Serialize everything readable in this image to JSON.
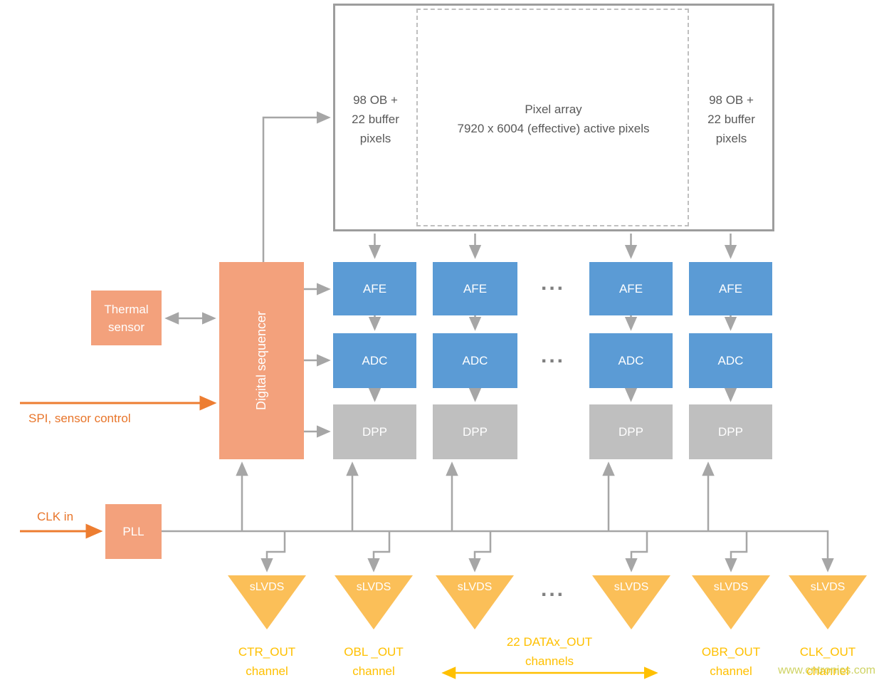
{
  "pixel_array": {
    "left_ob": "98 OB +\n22 buffer\npixels",
    "title": "Pixel array",
    "subtitle": "7920 x 6004 (effective) active pixels",
    "right_ob": "98 OB +\n22 buffer\npixels"
  },
  "blocks": {
    "sequencer": "Digital sequencer",
    "thermal": "Thermal\nsensor",
    "pll": "PLL",
    "afe": [
      "AFE",
      "AFE",
      "AFE",
      "AFE"
    ],
    "adc": [
      "ADC",
      "ADC",
      "ADC",
      "ADC"
    ],
    "dpp": [
      "DPP",
      "DPP",
      "DPP",
      "DPP"
    ],
    "slvds": [
      "sLVDS",
      "sLVDS",
      "sLVDS",
      "sLVDS",
      "sLVDS",
      "sLVDS"
    ]
  },
  "signals": {
    "spi": "SPI, sensor control",
    "clk_in": "CLK in"
  },
  "dots": "...",
  "outputs": [
    {
      "name": "CTR_OUT",
      "sub": "channel"
    },
    {
      "name": "OBL _OUT",
      "sub": "channel"
    },
    {
      "name": "22 DATAx_OUT",
      "sub": "channels"
    },
    {
      "name": "OBR_OUT",
      "sub": "channel"
    },
    {
      "name": "CLK_OUT",
      "sub": "channel"
    }
  ],
  "watermark": "www.cntronics.com",
  "colors": {
    "salmon": "#F3A17C",
    "blue": "#5B9BD5",
    "gray_block": "#BFBFBF",
    "arrow_gray": "#A6A6A6",
    "accent_orange": "#ED7D31",
    "triangle_yellow": "#FBBF58",
    "label_yellow": "#FFC000",
    "text_gray": "#595959"
  }
}
